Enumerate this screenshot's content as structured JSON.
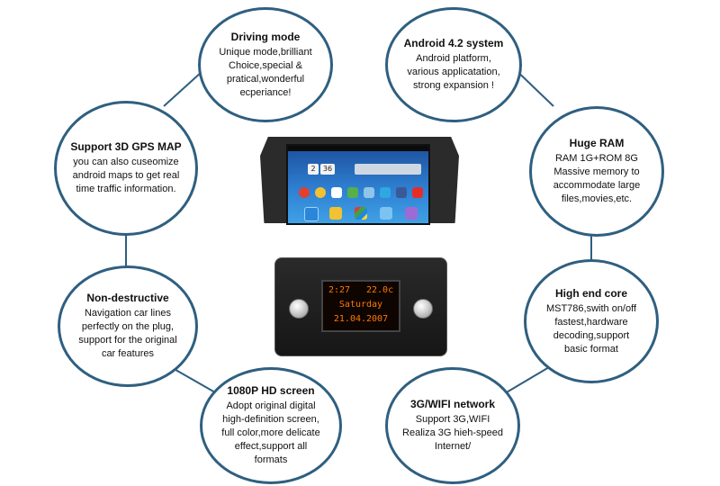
{
  "colors": {
    "circle_border": "#2f5f80",
    "lcd_text": "#ff7a00",
    "screen_blue": "#2e7fd1"
  },
  "features": [
    {
      "id": "driving-mode",
      "title": "Driving mode",
      "lines": [
        "Unique mode,brilliant",
        "Choice,special &",
        "pratical,wonderful",
        "ecperiance!"
      ]
    },
    {
      "id": "android",
      "title": "Android 4.2 system",
      "lines": [
        "Android platform,",
        "various applicatation,",
        "strong expansion !"
      ]
    },
    {
      "id": "gps",
      "title": "Support 3D GPS MAP",
      "lines": [
        "you can also cuseomize",
        "android maps to get real",
        "time traffic information."
      ]
    },
    {
      "id": "ram",
      "title": "Huge RAM",
      "lines": [
        "RAM 1G+ROM 8G",
        "Massive memory to",
        "accommodate large",
        "files,movies,etc."
      ]
    },
    {
      "id": "non-destructive",
      "title": "Non-destructive",
      "lines": [
        "Navigation car lines",
        "perfectly on the plug,",
        "support for  the original",
        "car  features"
      ]
    },
    {
      "id": "core",
      "title": "High end core",
      "lines": [
        "MST786,swith on/off",
        "fastest,hardware",
        "decoding,support",
        "basic format"
      ]
    },
    {
      "id": "screen",
      "title": "1080P HD screen",
      "lines": [
        "Adopt original digital",
        "high-definition screen,",
        "full color,more delicate",
        "effect,support all",
        "formats"
      ]
    },
    {
      "id": "network",
      "title": "3G/WIFI network",
      "lines": [
        "Support 3G,WIFI",
        "Realiza 3G hieh-speed",
        "Internet/"
      ]
    }
  ],
  "android_screen": {
    "clock_hour": "2",
    "clock_min": "36"
  },
  "radio_display": {
    "time": "2:27",
    "temp": "22.0c",
    "day": "Saturday",
    "date": "21.04.2007"
  }
}
